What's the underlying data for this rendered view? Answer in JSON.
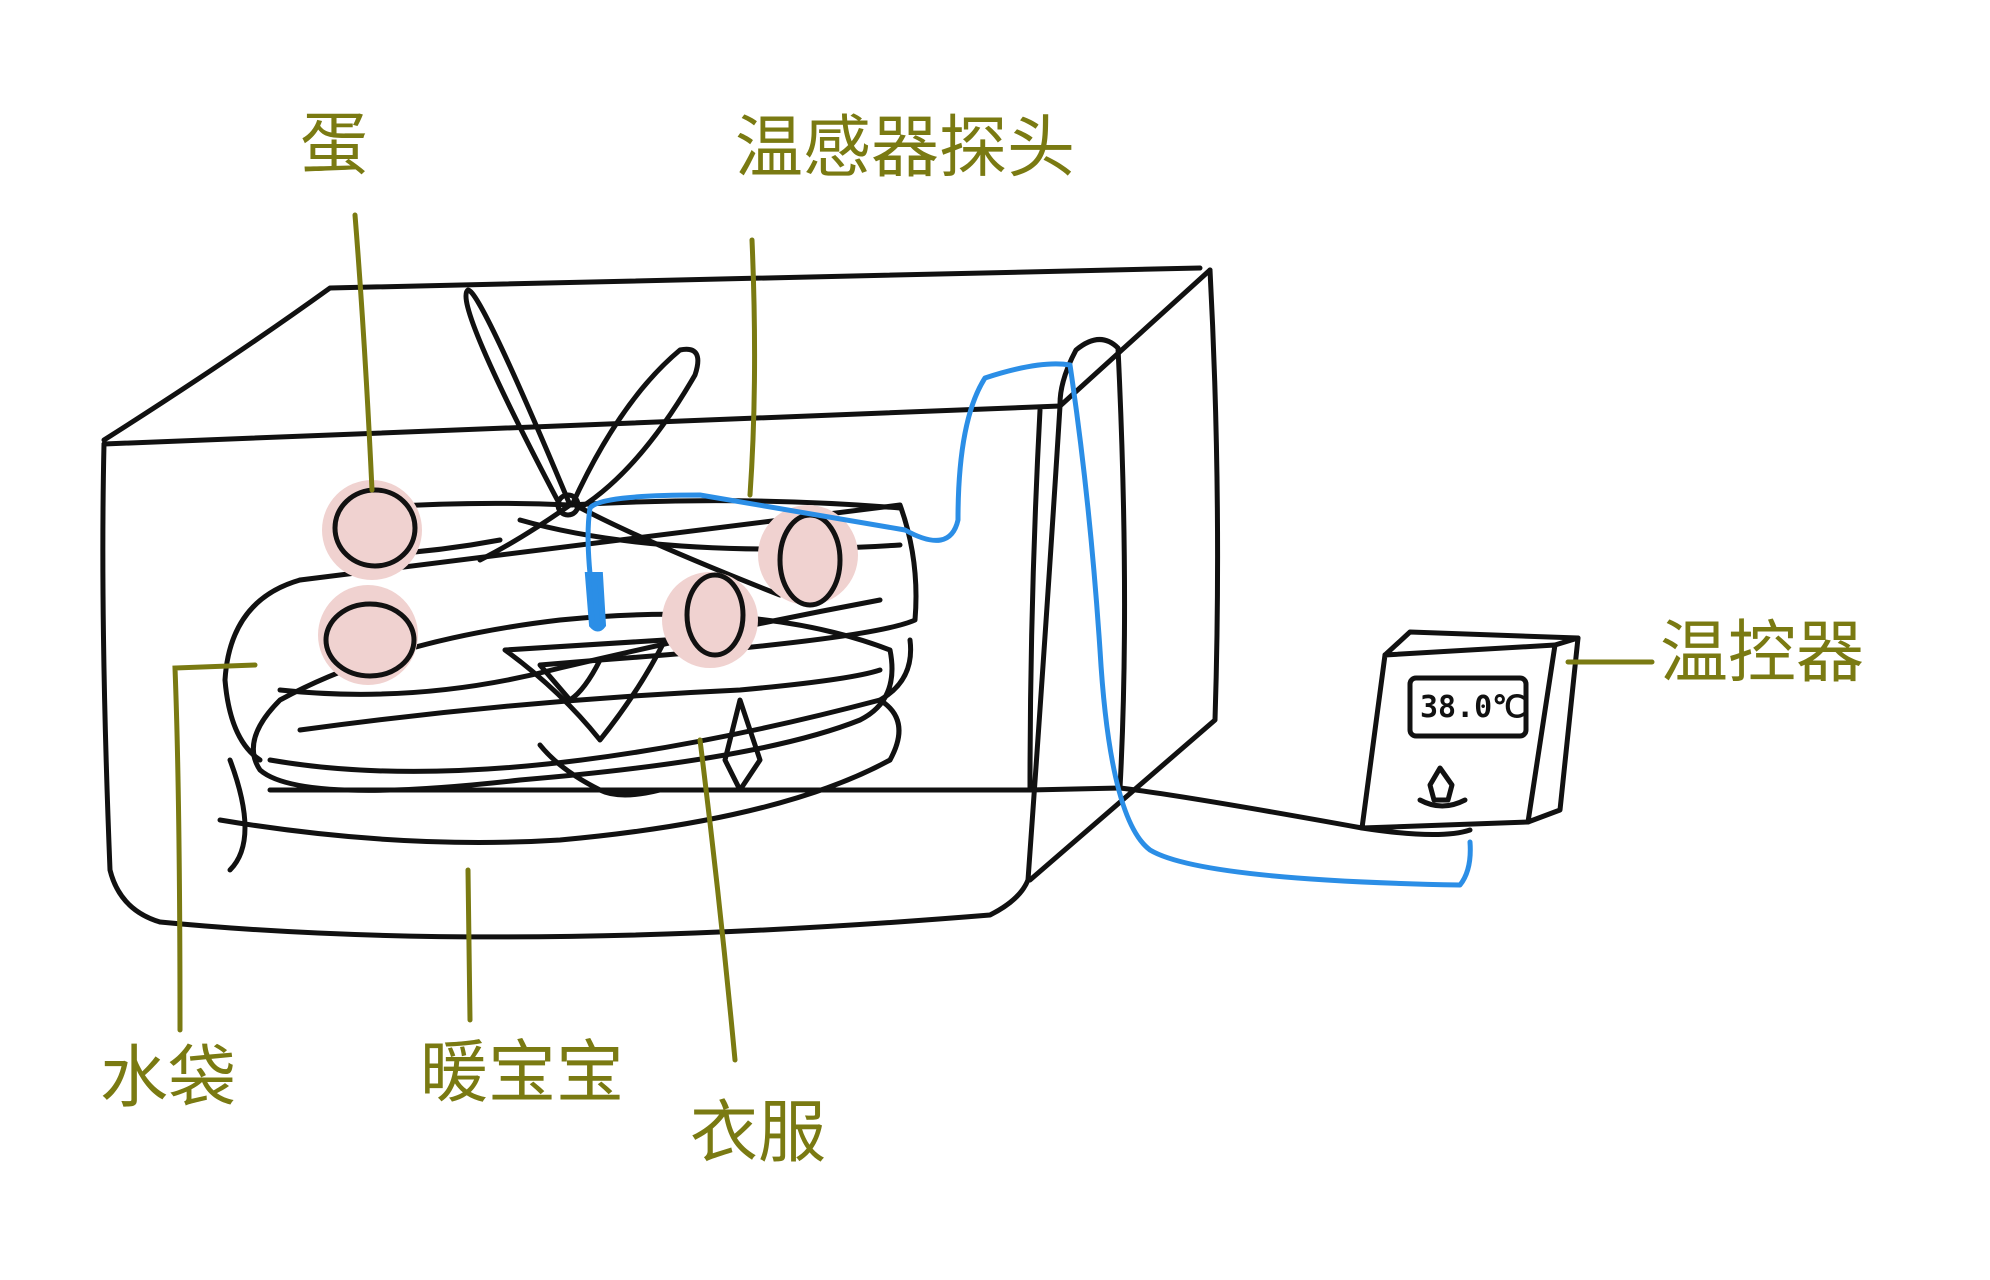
{
  "labels": {
    "egg": "蛋",
    "probe": "温感器探头",
    "controller": "温控器",
    "water_bag": "水袋",
    "warmer": "暖宝宝",
    "clothes": "衣服"
  },
  "display": {
    "reading": "38.0℃"
  },
  "colors": {
    "label": "#7a7a12",
    "outline": "#111111",
    "wire": "#2b8ee6",
    "egg_fill": "#f0d2d0"
  },
  "icons": [
    "thermostat-box",
    "power-plug-icon",
    "temperature-probe",
    "egg"
  ]
}
